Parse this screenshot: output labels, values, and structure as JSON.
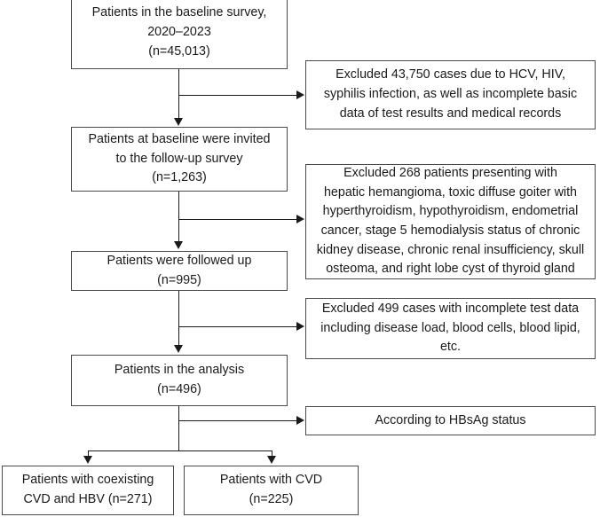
{
  "figure": {
    "type": "flowchart",
    "title": "Study participant selection flow diagram",
    "colors": {
      "box_border": "#4a4a4a",
      "connector": "#1a1a1a",
      "background": "#ffffff",
      "text": "#1a1a1a"
    }
  },
  "nodes": {
    "baseline": {
      "label": "Patients in the baseline survey,\n2020–2023\n(n=45,013)",
      "n": 45013,
      "period": "2020–2023"
    },
    "invited": {
      "label": "Patients at  baseline were invited\nto the follow-up survey\n(n=1,263)",
      "n": 1263
    },
    "followed": {
      "label": "Patients were followed up\n(n=995)",
      "n": 995
    },
    "analysis": {
      "label": "Patients in the analysis\n(n=496)",
      "n": 496
    },
    "excluded_1": {
      "label": "Excluded 43,750 cases due to HCV, HIV,\nsyphilis infection, as well as incomplete basic\ndata of test results and medical records",
      "n": 43750
    },
    "excluded_2": {
      "label": "Excluded 268 patients presenting with\nhepatic hemangioma, toxic diffuse goiter with\nhyperthyroidism, hypothyroidism, endometrial\ncancer, stage 5 hemodialysis status of chronic\nkidney disease, chronic renal insufficiency, skull\nosteoma, and right lobe cyst of thyroid gland",
      "n": 268
    },
    "excluded_3": {
      "label": "Excluded 499 cases with incomplete test data\nincluding disease load, blood cells, blood lipid,\netc.",
      "n": 499
    },
    "hbsag_split": {
      "label": "According to HBsAg status"
    },
    "group_cvd_hbv": {
      "label": "Patients with coexisting\nCVD and HBV (n=271)",
      "n": 271
    },
    "group_cvd": {
      "label": "Patients with CVD\n(n=225)",
      "n": 225
    }
  }
}
